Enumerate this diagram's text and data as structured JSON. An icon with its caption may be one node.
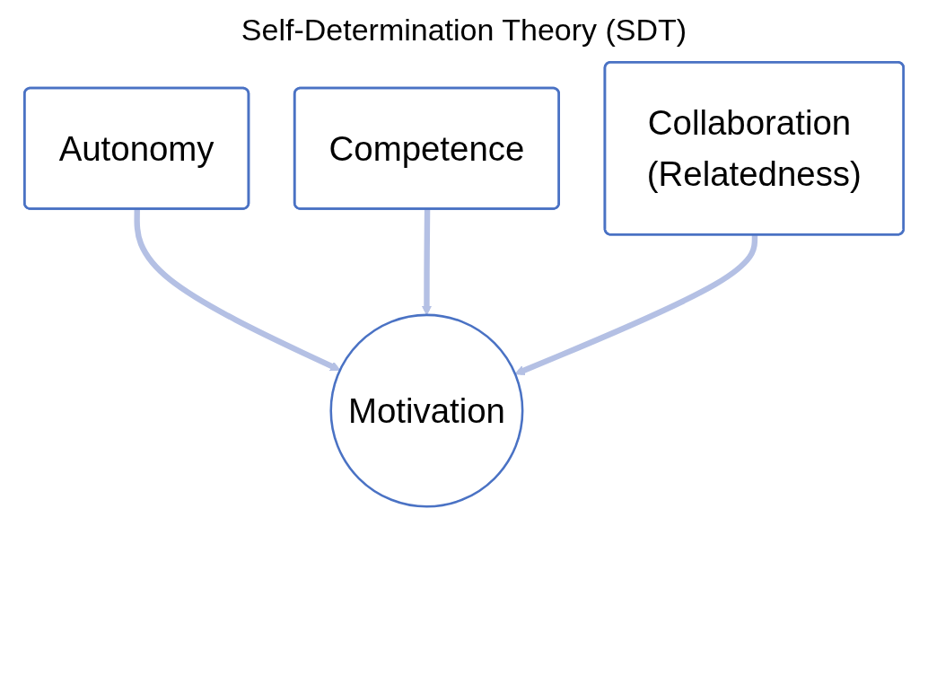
{
  "diagram": {
    "title": "Self-Determination Theory (SDT)",
    "nodes": [
      {
        "text": [
          "Competence"
        ]
      },
      {
        "text": [
          "Autonomy"
        ]
      },
      {
        "text": [
          "Collaboration (Relatedness)"
        ]
      },
      {
        "text": [
          "Motivation"
        ]
      }
    ],
    "edges": [
      {
        "from": 1,
        "to": 3,
        "arrow": "to"
      },
      {
        "from": 0,
        "to": 3,
        "arrow": "to"
      },
      {
        "from": 2,
        "to": 3,
        "arrow": "to"
      }
    ]
  }
}
